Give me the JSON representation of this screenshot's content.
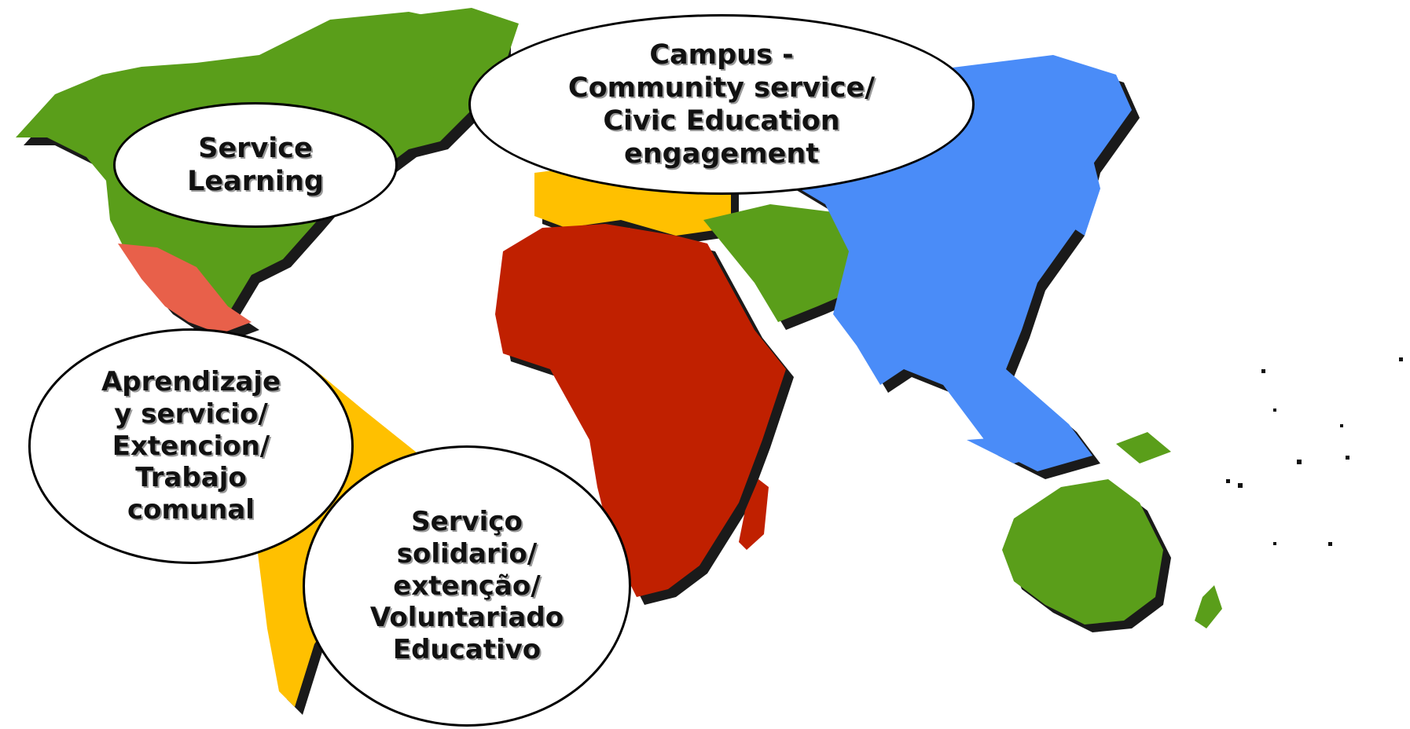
{
  "map": {
    "colors": {
      "north_america": "#5a9e1a",
      "central_america": "#e8604a",
      "south_america": "#ffc000",
      "europe": "#ffc000",
      "africa": "#c02000",
      "middle_east": "#5a9e1a",
      "asia": "#4a8cf8",
      "oceania": "#5a9e1a",
      "shadow": "#1a1a1a"
    }
  },
  "bubbles": {
    "service_learning": "Service\nLearning",
    "campus_community": "Campus -\nCommunity service/\nCivic Education\nengagement",
    "aprendizaje": "Aprendizaje\ny servicio/\nExtencion/\nTrabajo\ncomunal",
    "servico": "Serviço\nsolidario/\nextenção/\nVoluntariado\nEducativo"
  }
}
